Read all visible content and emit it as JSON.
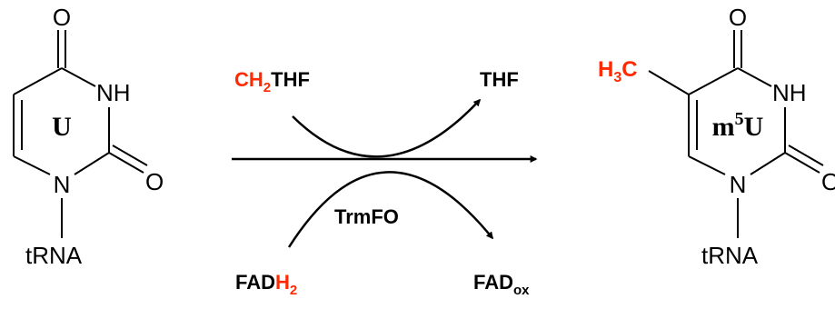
{
  "colors": {
    "ink": "#000000",
    "highlight": "#ff2a00"
  },
  "left_molecule": {
    "o_top": "O",
    "nh": "NH",
    "o_right": "O",
    "n": "N",
    "substituent": "tRNA",
    "center_label": "U"
  },
  "right_molecule": {
    "o_top": "O",
    "nh": "NH",
    "o_right": "O",
    "n": "N",
    "substituent": "tRNA",
    "methyl_h": "H",
    "methyl_sub": "3",
    "methyl_c": "C",
    "center_label_main": "m",
    "center_label_sup": "5",
    "center_label_tail": "U"
  },
  "reaction": {
    "donor_prefix": "CH",
    "donor_sub": "2",
    "donor_suffix": "THF",
    "product_thf": "THF",
    "enzyme": "TrmFO",
    "fadh2_prefix": "FAD",
    "fadh2_h": "H",
    "fadh2_sub": "2",
    "fadox_prefix": "FAD",
    "fadox_sub": "ox"
  }
}
